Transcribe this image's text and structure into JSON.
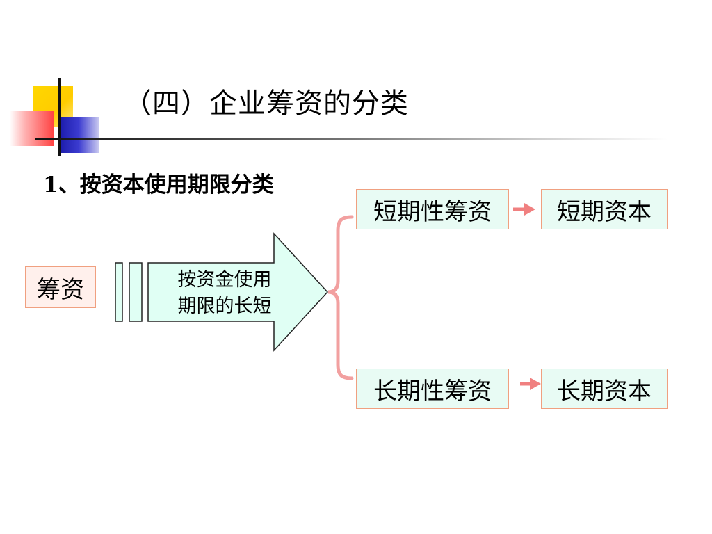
{
  "slide": {
    "title": "（四）企业筹资的分类",
    "subtitle": "1、按资本使用期限分类"
  },
  "diagram": {
    "source": "筹资",
    "criterion_line1": "按资金使用",
    "criterion_line2": "期限的长短",
    "branches": [
      {
        "label": "短期性筹资",
        "result": "短期资本"
      },
      {
        "label": "长期性筹资",
        "result": "长期资本"
      }
    ]
  },
  "colors": {
    "box_fill": "#e8fbf4",
    "box_border": "#f0a080",
    "brace": "#f0a0a0",
    "small_arrow": "#f08080",
    "big_arrow_fill": "#e0fff4"
  }
}
